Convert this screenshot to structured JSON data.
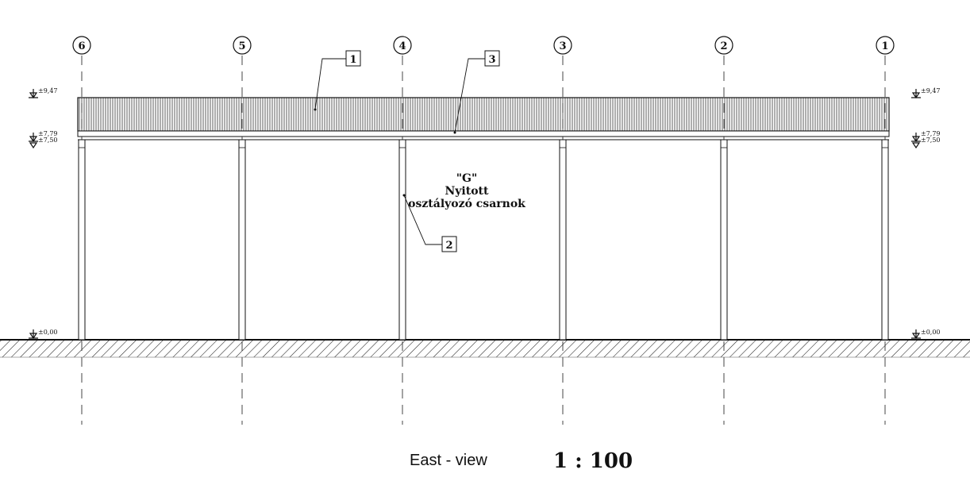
{
  "drawing": {
    "view_title": "East - view",
    "scale": "1 : 100",
    "hall_label": {
      "code": "\"G\"",
      "line1": "Nyitott",
      "line2": "osztályozó csarnok"
    },
    "axes": [
      "6",
      "5",
      "4",
      "3",
      "2",
      "1"
    ],
    "callouts": [
      "1",
      "2",
      "3"
    ],
    "levels": {
      "roof_top": "9,47",
      "beam_top": "7,79",
      "beam_bottom": "7,50",
      "ground": "0,00"
    },
    "colors": {
      "line": "#111111",
      "paper": "#ffffff"
    }
  }
}
